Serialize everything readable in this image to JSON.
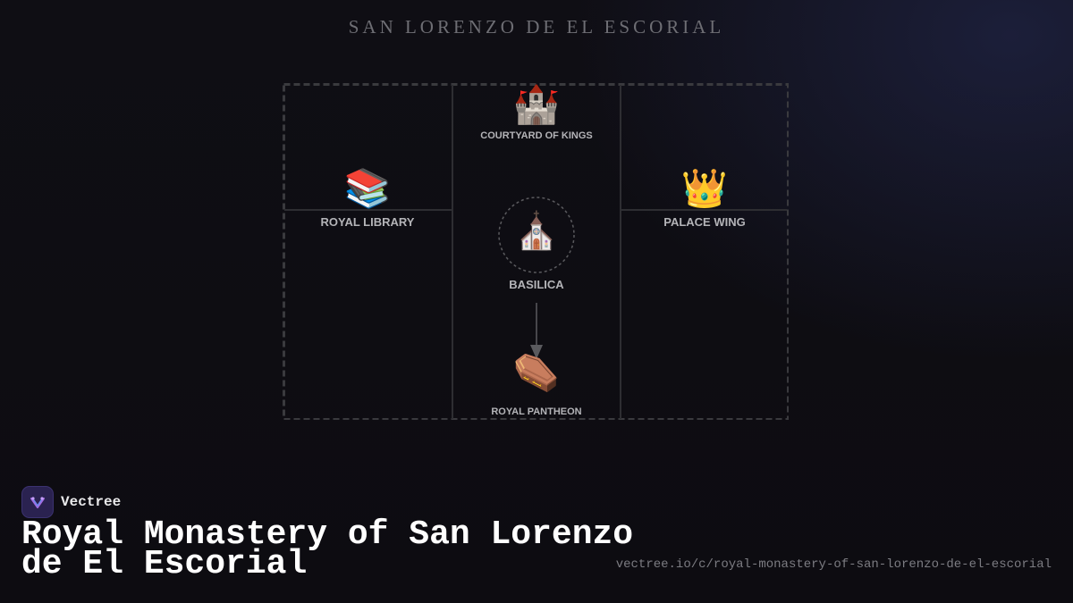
{
  "header": {
    "title": "SAN LORENZO DE EL ESCORIAL"
  },
  "diagram": {
    "nodes": {
      "courtyard": {
        "icon": "castle-icon",
        "glyph": "🏰",
        "label": "COURTYARD OF KINGS"
      },
      "library": {
        "icon": "books-icon",
        "glyph": "📚",
        "label": "ROYAL LIBRARY"
      },
      "palace": {
        "icon": "crown-icon",
        "glyph": "👑",
        "label": "PALACE WING"
      },
      "basilica": {
        "icon": "church-icon",
        "glyph": "⛪",
        "label": "BASILICA"
      },
      "pantheon": {
        "icon": "coffin-icon",
        "glyph": "⚰️",
        "label": "ROYAL PANTHEON"
      }
    },
    "edges": [
      {
        "from": "basilica",
        "to": "pantheon"
      }
    ],
    "colors": {
      "frame": "#3a3a3e",
      "divider": "#2e2e32",
      "arrow": "#5a5a5e"
    }
  },
  "footer": {
    "brand_name": "Vectree",
    "brand_icon": "vectree-logo-icon",
    "title_line1": "Royal Monastery of San Lorenzo",
    "title_line2": "de El Escorial",
    "url": "vectree.io/c/royal-monastery-of-san-lorenzo-de-el-escorial"
  },
  "colors": {
    "background": "#0e0d12",
    "accent": "#2a2250",
    "text_primary": "#ffffff",
    "text_muted": "#7c7c82"
  }
}
